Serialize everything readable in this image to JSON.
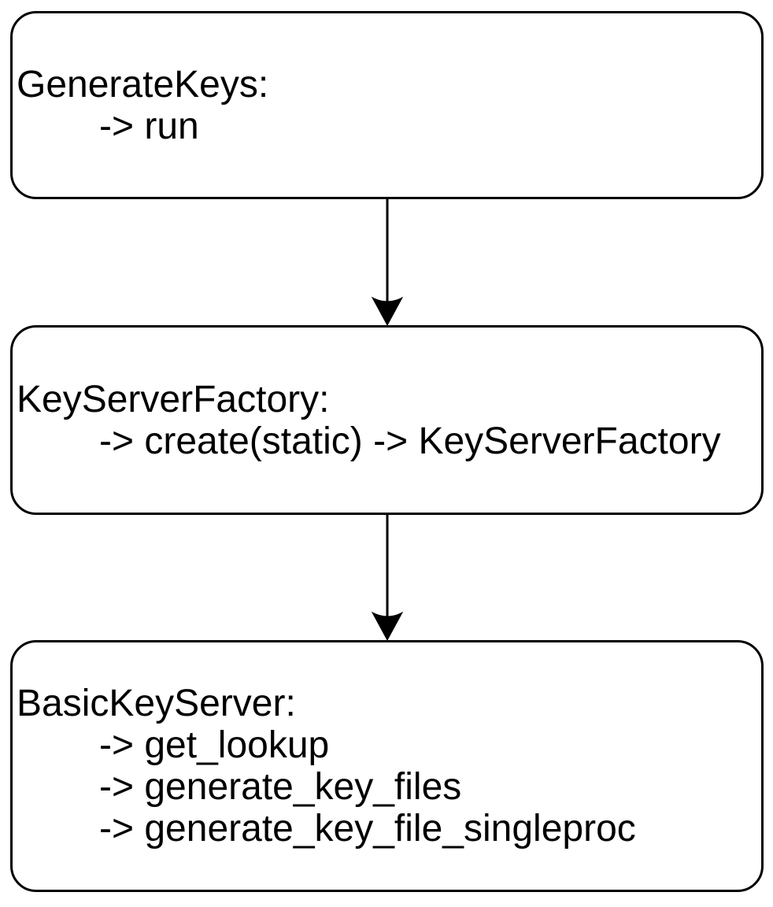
{
  "diagram": {
    "background_color": "#ffffff",
    "stroke_color": "#000000",
    "text_color": "#000000",
    "nodes": [
      {
        "title": "GenerateKeys:",
        "methods": [
          "-> run"
        ]
      },
      {
        "title": "KeyServerFactory:",
        "methods": [
          "-> create(static) -> KeyServerFactory"
        ]
      },
      {
        "title": "BasicKeyServer:",
        "methods": [
          "-> get_lookup",
          "-> generate_key_files",
          "-> generate_key_file_singleproc"
        ]
      }
    ],
    "edges": [
      {
        "from": "GenerateKeys:",
        "to": "KeyServerFactory:"
      },
      {
        "from": "KeyServerFactory:",
        "to": "BasicKeyServer:"
      }
    ]
  }
}
